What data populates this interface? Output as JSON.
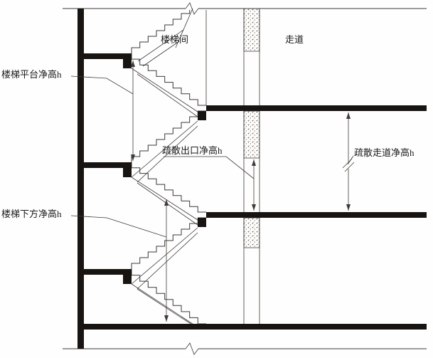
{
  "colors": {
    "line": "#3f3b38",
    "slab": "#181411",
    "text": "#1a1a1a",
    "bg": "#fefefe"
  },
  "labels": {
    "stairwell": "楼梯间",
    "corridor": "走道",
    "platform_clearance": "楼梯平台净高h",
    "under_stair_clearance": "楼梯下方净高h",
    "exit_clearance": "疏散出口净高h",
    "corridor_clearance": "疏散走道净高h"
  }
}
